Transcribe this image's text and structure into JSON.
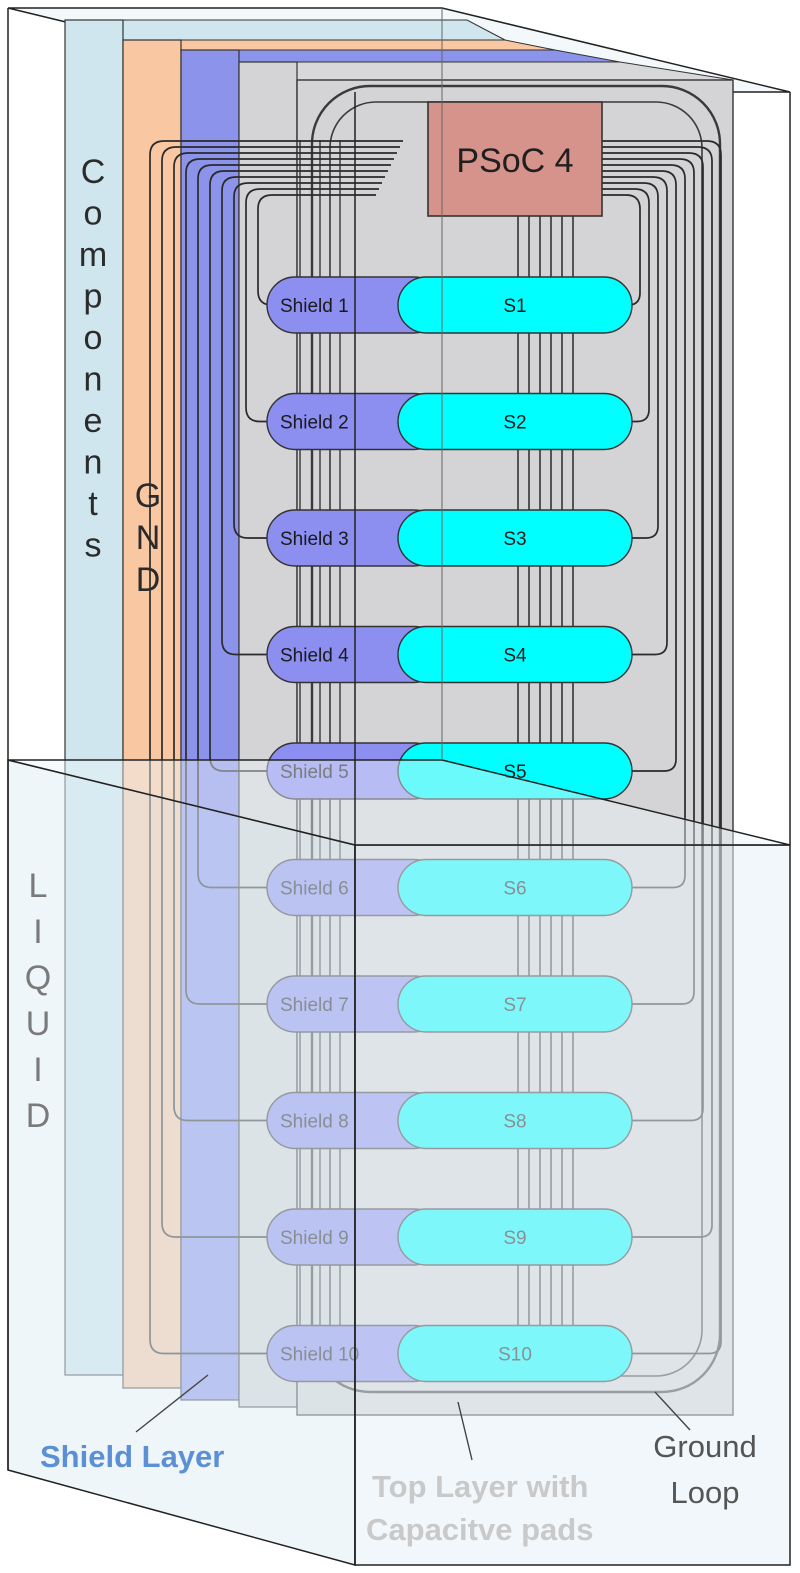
{
  "labels": {
    "components": "Components",
    "gnd": "GND",
    "liquid": "LIQUID",
    "psoc": "PSoC 4",
    "shield_layer": "Shield Layer",
    "top_layer_line1": "Top Layer with",
    "top_layer_line2": "Capacitve pads",
    "ground_line1": "Ground",
    "ground_line2": "Loop"
  },
  "pads": [
    {
      "shield": "Shield 1",
      "sensor": "S1"
    },
    {
      "shield": "Shield 2",
      "sensor": "S2"
    },
    {
      "shield": "Shield 3",
      "sensor": "S3"
    },
    {
      "shield": "Shield 4",
      "sensor": "S4"
    },
    {
      "shield": "Shield 5",
      "sensor": "S5"
    },
    {
      "shield": "Shield 6",
      "sensor": "S6"
    },
    {
      "shield": "Shield 7",
      "sensor": "S7"
    },
    {
      "shield": "Shield 8",
      "sensor": "S8"
    },
    {
      "shield": "Shield 9",
      "sensor": "S9"
    },
    {
      "shield": "Shield 10",
      "sensor": "S10"
    }
  ],
  "colors": {
    "components_layer": "#cfe6ee",
    "gnd_layer": "#f9c8a3",
    "shield_layer": "#8c93ea",
    "top_layer": "#d4d4d6",
    "psoc_chip": "#d5938b",
    "sensor_pad": "#00ffff",
    "shield_pad": "#8c8ef0",
    "liquid": "#e6f1f6",
    "shield_layer_label": "#5b8fd6",
    "top_layer_label": "#c9c9c9"
  }
}
